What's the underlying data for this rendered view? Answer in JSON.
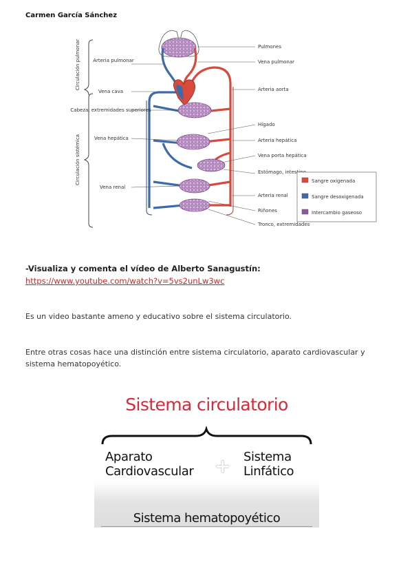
{
  "author": "Carmen García Sánchez",
  "diagram": {
    "brackets": {
      "pulmonar": "Circulación pulmonar",
      "sistemica": "Circulación sistémica"
    },
    "left_labels": {
      "arteria_pulmonar": "Arteria pulmonar",
      "vena_cava": "Vena cava",
      "cabeza": "Cabeza, extremidades superiores",
      "vena_hepatica": "Vena hepática",
      "vena_renal": "Vena renal"
    },
    "right_labels": {
      "pulmones": "Pulmones",
      "vena_pulmonar": "Vena pulmonar",
      "arteria_aorta": "Arteria aorta",
      "higado": "Hígado",
      "arteria_hepatica": "Arteria hepática",
      "vena_porta": "Vena porta hepática",
      "estomago": "Estómago, intestino",
      "arteria_renal": "Arteria renal",
      "rinones": "Riñones",
      "tronco": "Tronco, extremidades"
    },
    "legend": [
      {
        "label": "Sangre oxigenada",
        "color": "#d94a3a"
      },
      {
        "label": "Sangre desoxigenada",
        "color": "#3d6aa8"
      },
      {
        "label": "Intercambio gaseoso",
        "color": "#8e5a9e"
      }
    ]
  },
  "heading": "-Visualiza y comenta el vídeo de Alberto Sanagustín:",
  "link": "https://www.youtube.com/watch?v=5vs2unLw3wc",
  "paragraph1": "Es un video bastante ameno  y educativo sobre el sistema circulatorio.",
  "paragraph2": "Entre otras cosas hace una distinción entre sistema circulatorio, aparato cardiovascular y sistema hematopoyético.",
  "slide": {
    "title": "Sistema circulatorio",
    "left_line1": "Aparato",
    "left_line2": "Cardiovascular",
    "plus": "+",
    "right_line1": "Sistema",
    "right_line2": "Linfático",
    "bottom": "Sistema hematopoyético"
  }
}
